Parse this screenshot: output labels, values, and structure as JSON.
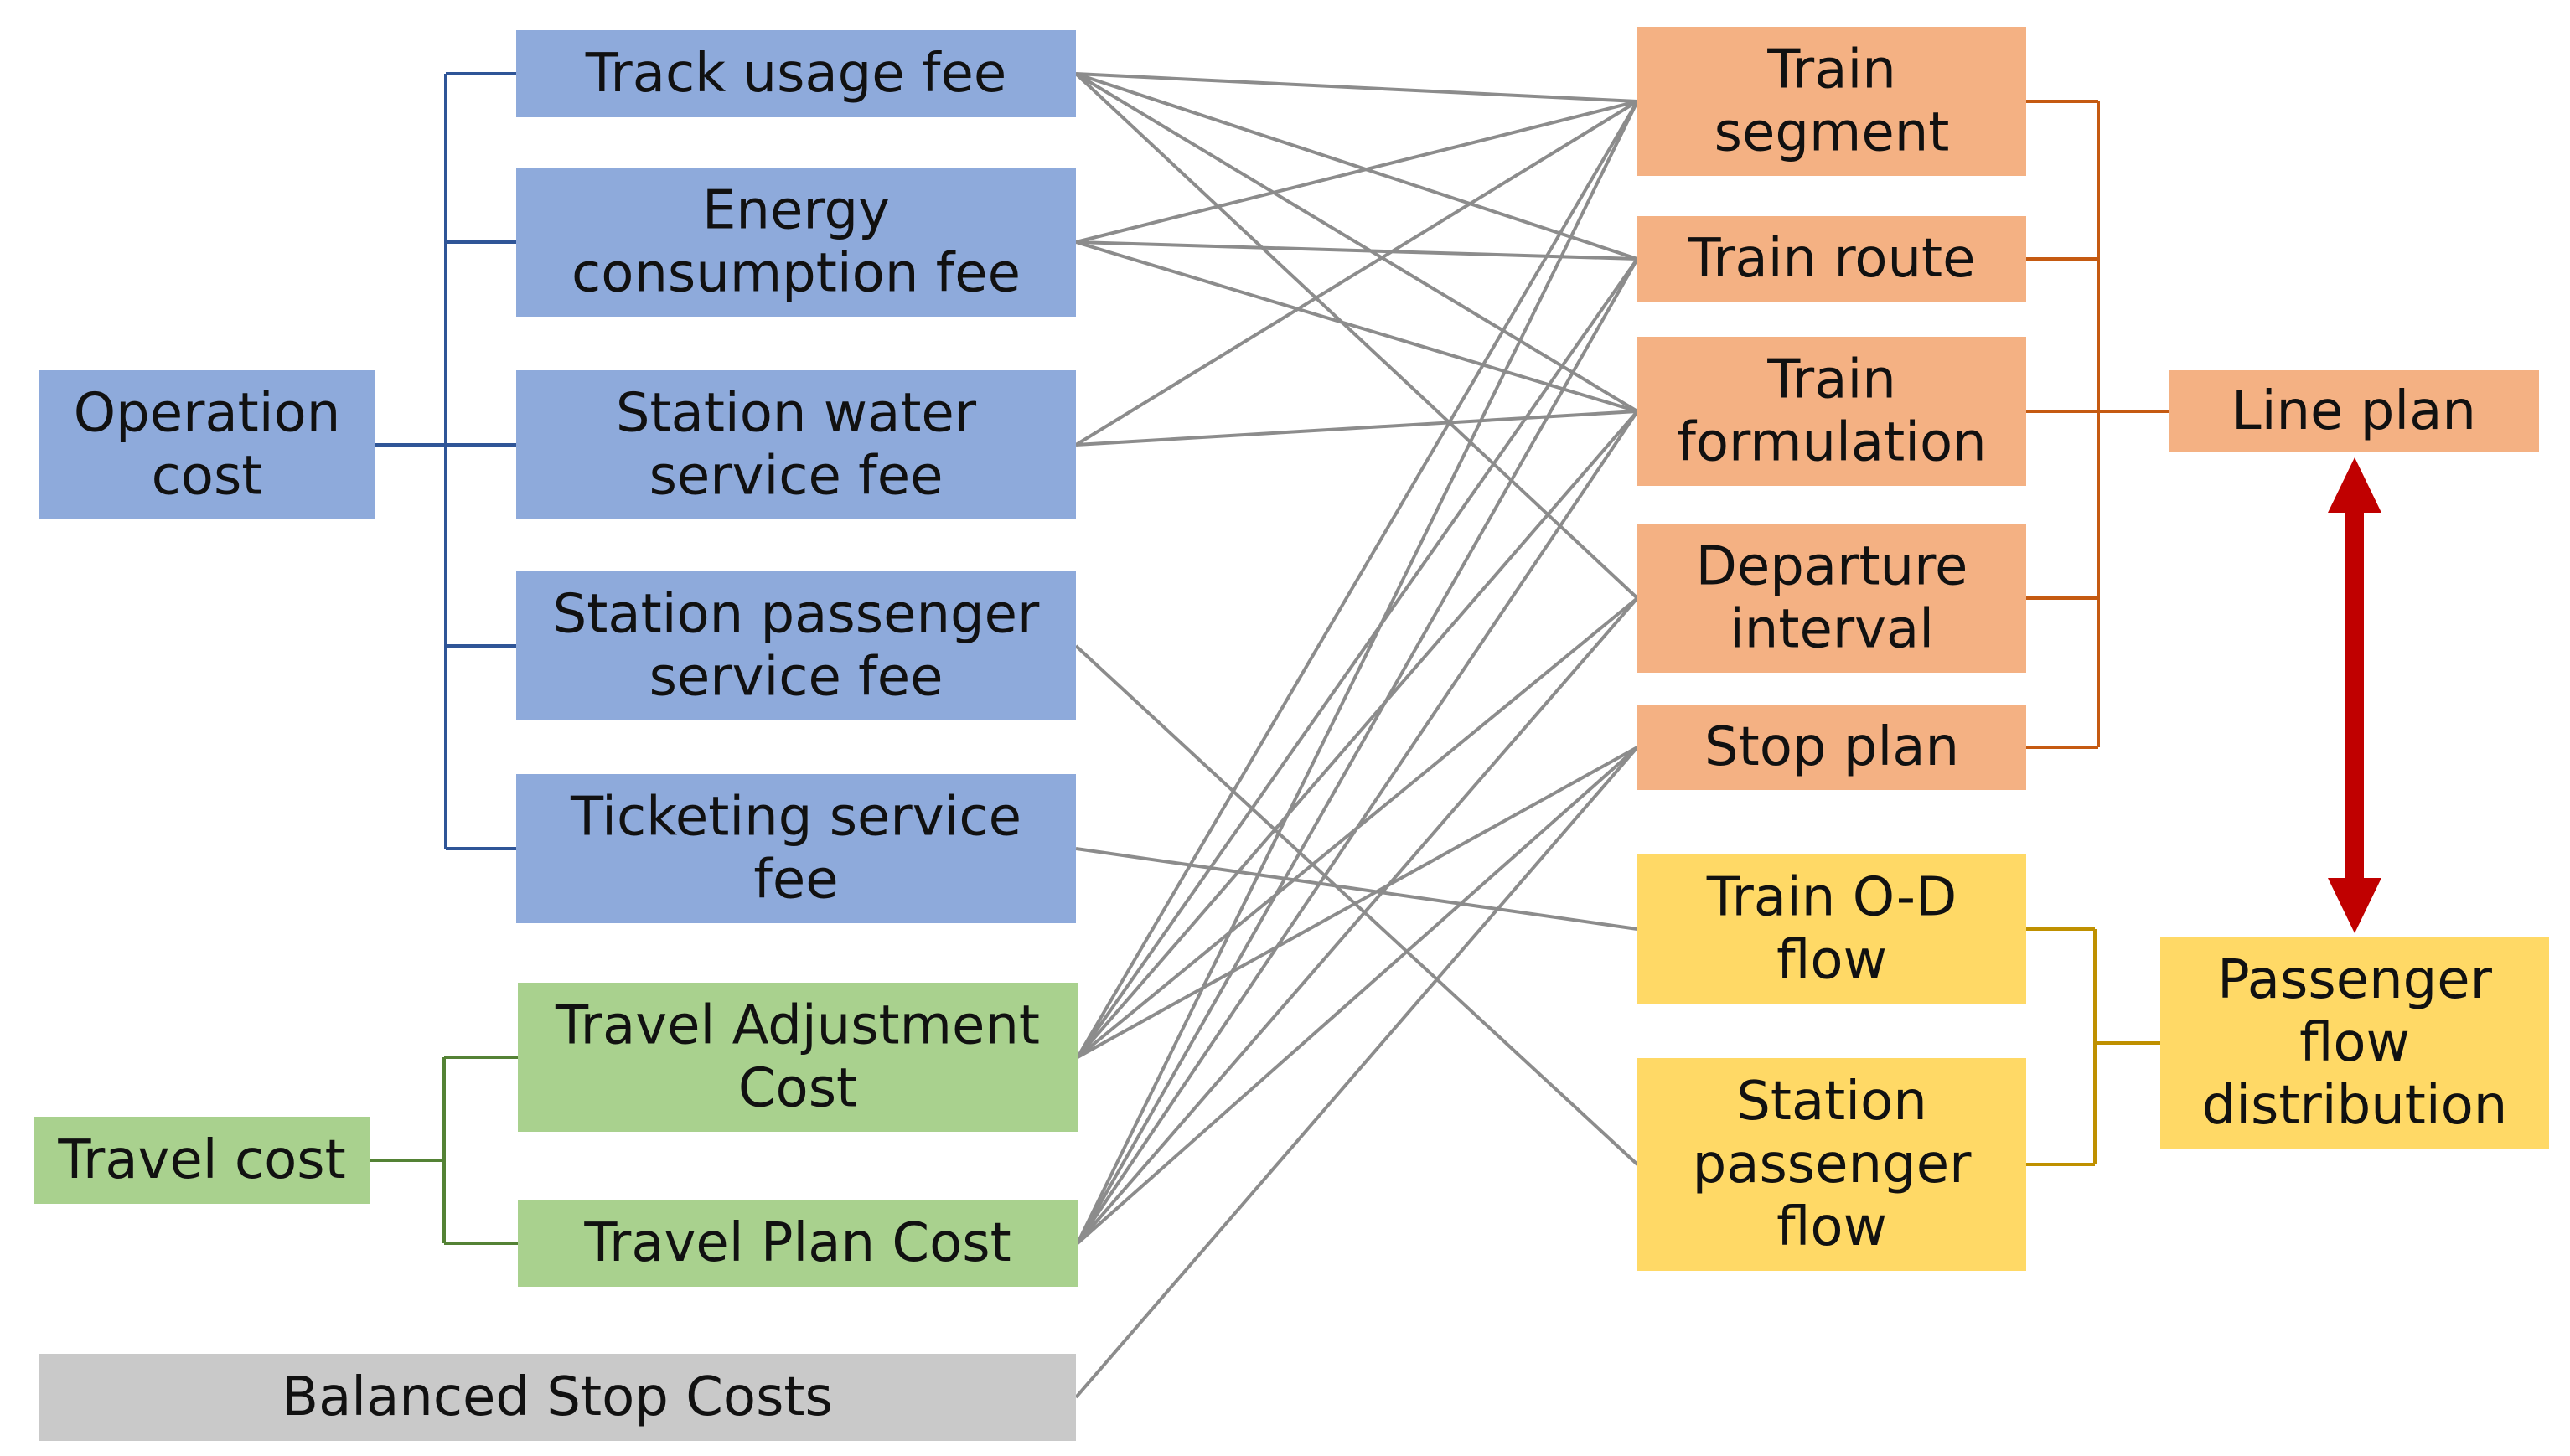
{
  "colors": {
    "blue_fill": "#8eaadb",
    "blue_line": "#2f5597",
    "green_fill": "#a9d18e",
    "green_line": "#548235",
    "gray_fill": "#c9c9c9",
    "orange_fill": "#f4b183",
    "orange_line": "#c55a11",
    "yellow_fill": "#ffd966",
    "yellow_line": "#bf9000",
    "connector_line": "#8c8c8c",
    "arrow": "#c00000"
  },
  "operation_cost": {
    "lines": [
      "Operation",
      "cost"
    ]
  },
  "travel_cost": {
    "lines": [
      "Travel cost"
    ]
  },
  "operation_items": [
    {
      "id": "track",
      "lines": [
        "Track usage fee"
      ]
    },
    {
      "id": "energy",
      "lines": [
        "Energy",
        "consumption fee"
      ]
    },
    {
      "id": "water",
      "lines": [
        "Station water",
        "service fee"
      ]
    },
    {
      "id": "passenger_svc",
      "lines": [
        "Station passenger",
        "service fee"
      ]
    },
    {
      "id": "ticketing",
      "lines": [
        "Ticketing service",
        "fee"
      ]
    }
  ],
  "travel_items": [
    {
      "id": "adjust",
      "lines": [
        "Travel Adjustment",
        "Cost"
      ]
    },
    {
      "id": "plan_cost",
      "lines": [
        "Travel Plan Cost"
      ]
    }
  ],
  "balanced_stop": {
    "id": "balanced",
    "lines": [
      "Balanced Stop Costs"
    ]
  },
  "line_plan_items": [
    {
      "id": "segment",
      "lines": [
        "Train",
        "segment"
      ]
    },
    {
      "id": "route",
      "lines": [
        "Train route"
      ]
    },
    {
      "id": "formulation",
      "lines": [
        "Train",
        "formulation"
      ]
    },
    {
      "id": "interval",
      "lines": [
        "Departure",
        "interval"
      ]
    },
    {
      "id": "stop",
      "lines": [
        "Stop plan"
      ]
    }
  ],
  "flow_items": [
    {
      "id": "od",
      "lines": [
        "Train O-D",
        "flow"
      ]
    },
    {
      "id": "station_flow",
      "lines": [
        "Station",
        "passenger",
        "flow"
      ]
    }
  ],
  "line_plan": {
    "lines": [
      "Line plan"
    ]
  },
  "passenger_flow": {
    "lines": [
      "Passenger",
      "flow",
      "distribution"
    ]
  },
  "connections": [
    [
      "track",
      "segment"
    ],
    [
      "track",
      "route"
    ],
    [
      "track",
      "formulation"
    ],
    [
      "track",
      "interval"
    ],
    [
      "energy",
      "segment"
    ],
    [
      "energy",
      "route"
    ],
    [
      "energy",
      "formulation"
    ],
    [
      "water",
      "segment"
    ],
    [
      "water",
      "formulation"
    ],
    [
      "passenger_svc",
      "station_flow"
    ],
    [
      "ticketing",
      "od"
    ],
    [
      "adjust",
      "segment"
    ],
    [
      "adjust",
      "route"
    ],
    [
      "adjust",
      "formulation"
    ],
    [
      "adjust",
      "interval"
    ],
    [
      "adjust",
      "stop"
    ],
    [
      "plan_cost",
      "segment"
    ],
    [
      "plan_cost",
      "route"
    ],
    [
      "plan_cost",
      "formulation"
    ],
    [
      "plan_cost",
      "interval"
    ],
    [
      "plan_cost",
      "stop"
    ],
    [
      "balanced",
      "stop"
    ]
  ]
}
